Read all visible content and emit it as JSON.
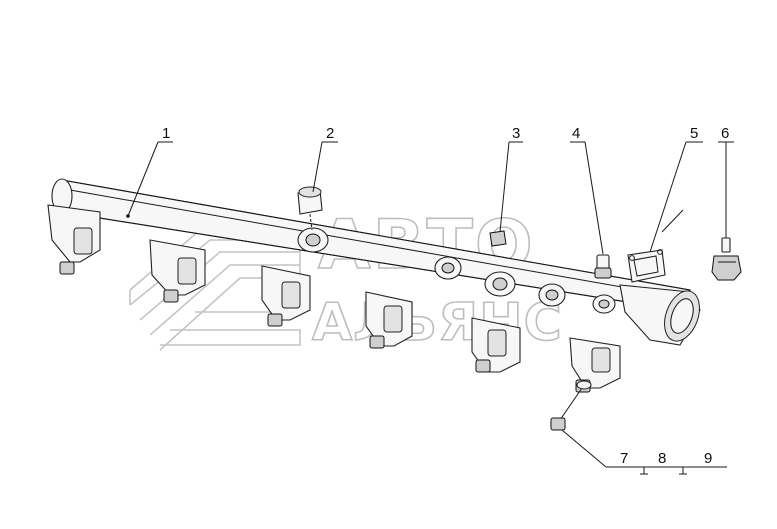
{
  "callouts": [
    {
      "id": "1",
      "label": "1"
    },
    {
      "id": "2",
      "label": "2"
    },
    {
      "id": "3",
      "label": "3"
    },
    {
      "id": "4",
      "label": "4"
    },
    {
      "id": "5",
      "label": "5"
    },
    {
      "id": "6",
      "label": "6"
    },
    {
      "id": "7",
      "label": "7"
    },
    {
      "id": "8",
      "label": "8"
    },
    {
      "id": "9",
      "label": "9"
    }
  ],
  "watermark": {
    "line1": "АВТО",
    "line2": "АЛЬЯНС"
  }
}
